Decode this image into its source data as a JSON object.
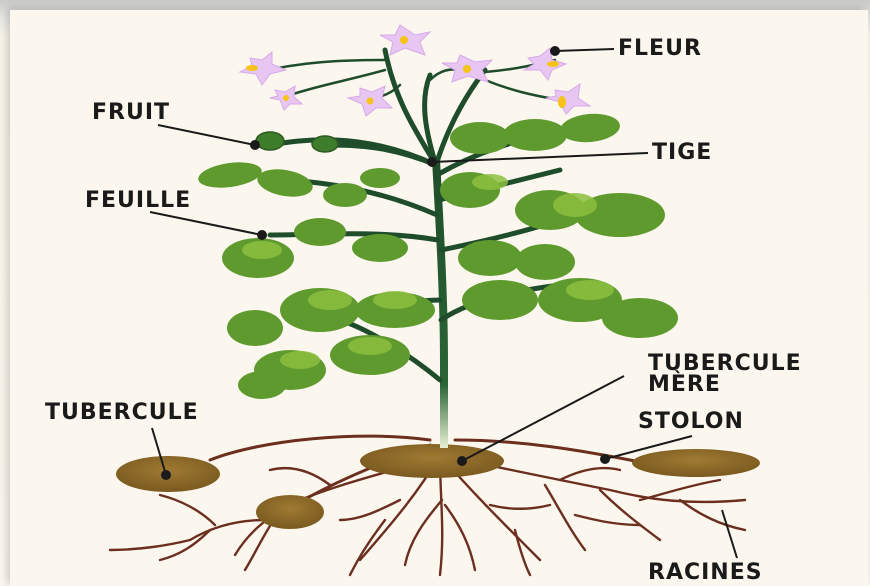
{
  "labels": {
    "fleur": "FLEUR",
    "fruit": "FRUIT",
    "tige": "TIGE",
    "feuille": "FEUILLE",
    "tubercule_mere_line1": "TUBERCULE",
    "tubercule_mere_line2": "MÈRE",
    "tubercule": "TUBERCULE",
    "stolon": "STOLON",
    "racines": "RACINES"
  },
  "colors": {
    "background": "#fbf7ee",
    "stem": "#1f4d2b",
    "leaf": "#5f9a2e",
    "leaf_light": "#8cbf3f",
    "flower": "#e7c6f2",
    "flower_center": "#f5c31a",
    "tuber": "#8c6a2a",
    "root": "#6b2e1f"
  }
}
